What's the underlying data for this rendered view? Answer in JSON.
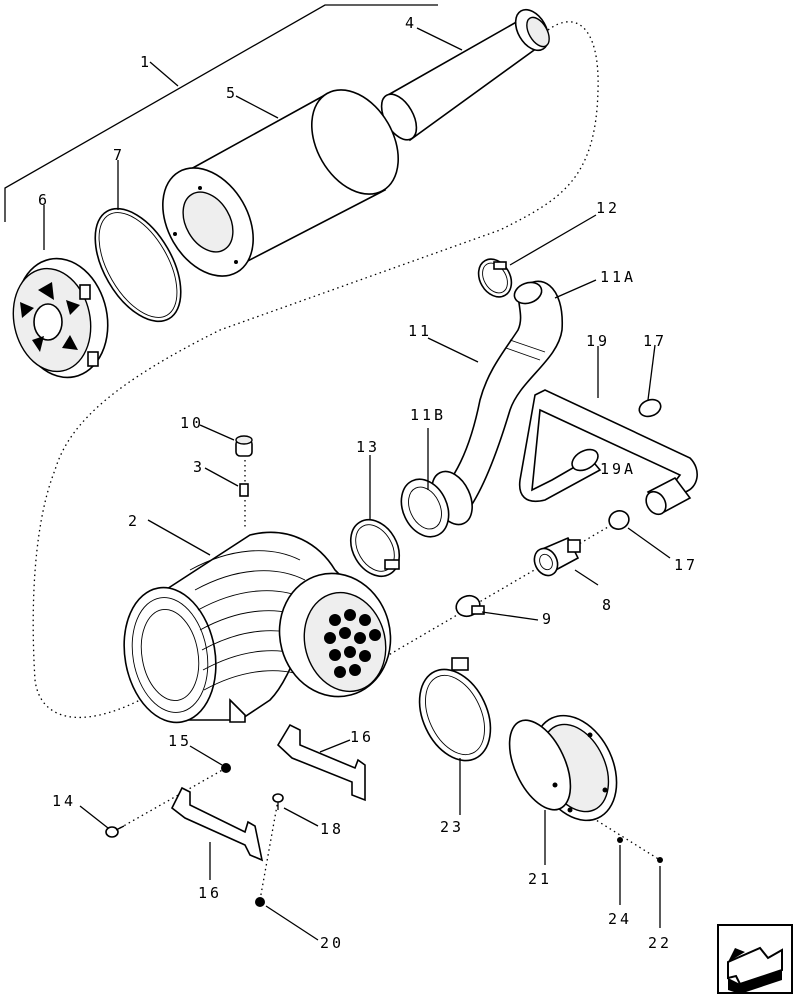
{
  "labels": {
    "l1": "1",
    "l2": "2",
    "l3": "3",
    "l4": "4",
    "l5": "5",
    "l6": "6",
    "l7": "7",
    "l8": "8",
    "l9": "9",
    "l10": "10",
    "l11": "11",
    "l11a": "11A",
    "l11b": "11B",
    "l12": "12",
    "l13": "13",
    "l14": "14",
    "l15": "15",
    "l16a": "16",
    "l16b": "16",
    "l17a": "17",
    "l17b": "17",
    "l18": "18",
    "l19": "19",
    "l19a": "19A",
    "l20": "20",
    "l21": "21",
    "l22": "22",
    "l23": "23",
    "l24": "24"
  },
  "nav_icon": "arrow-nav-icon"
}
